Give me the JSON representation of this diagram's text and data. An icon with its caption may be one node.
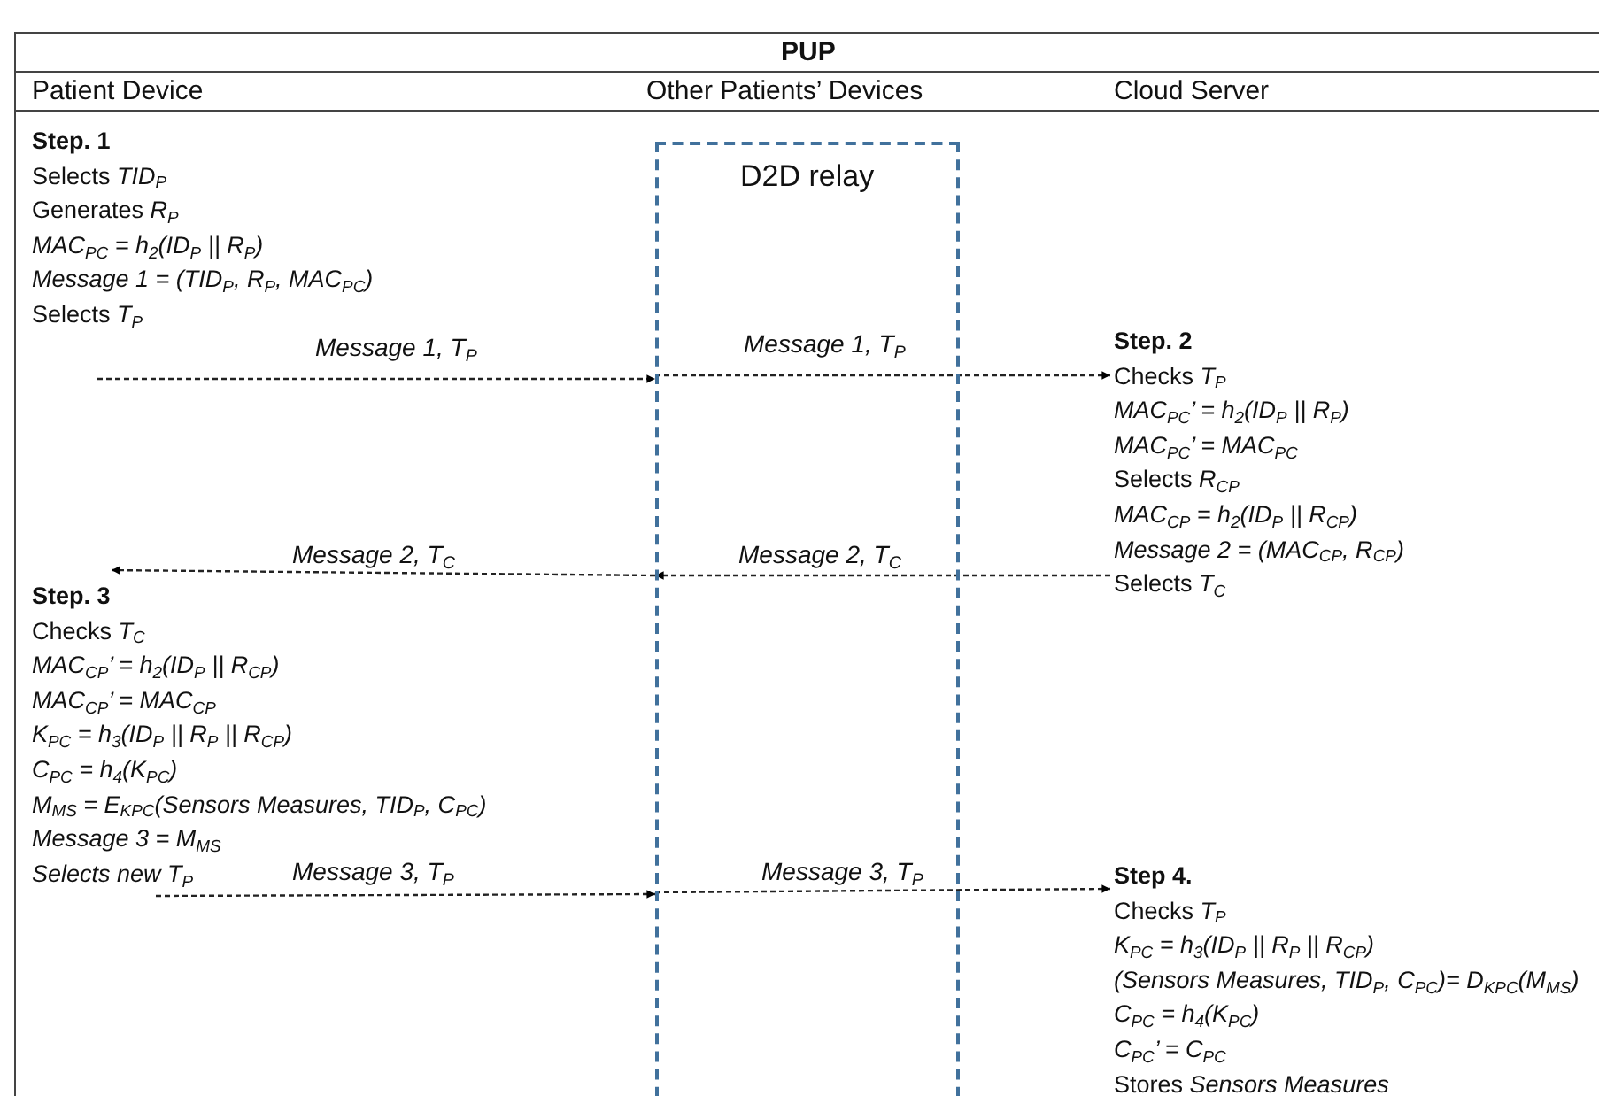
{
  "diagram": {
    "title": "PUP",
    "nodes": [
      {
        "text": [
          "D2D relay"
        ]
      },
      {
        "text": [
          "Step. 1",
          "Selects *TID$_{P}$*",
          "Generates *R$_{P}$*",
          "*MAC$_{PC}$ = h$_{2}$(ID$_{P}$ || R$_{P}$)*",
          "*Message 1 = (TID$_{P}$, R$_{P}$, MAC$_{PC}$)*",
          "Selects *T$_{P}$*"
        ]
      },
      {
        "text": [
          "Step. 2",
          "Checks *T$_{P}$*",
          "*MAC$_{PC}$’ = h$_{2}$(ID$_{P}$ || R$_{P}$)*",
          "*MAC$_{PC}$’ = MAC$_{PC}$*",
          "Selects *R$_{CP}$*",
          "*MAC$_{CP}$ = h$_{2}$(ID$_{P}$ || R$_{CP}$)*",
          "*Message 2 = (MAC$_{CP}$, R$_{CP}$)*",
          "Selects *T$_{C}$*"
        ]
      },
      {
        "text": [
          "Step. 3",
          "Checks *T$_{C}$*",
          "*MAC$_{CP}$’ = h$_{2}$(ID$_{P}$ || R$_{CP}$)*",
          "*MAC$_{CP}$’ = MAC$_{CP}$*",
          "*K$_{PC}$ = h$_{3}$(ID$_{P}$ || R$_{P}$ || R$_{CP}$)*",
          "*C$_{PC}$ = h$_{4}$(K$_{PC}$)*",
          "*M$_{MS}$ = E$_{KPC}$(Sensors Measures, TID$_{P}$, C$_{PC}$)*",
          "*Message 3 = M$_{MS}$*",
          "*Selects new T$_{P}$*"
        ]
      },
      {
        "text": [
          "Step 4.",
          "Checks *T$_{P}$*",
          "*K$_{PC}$ = h$_{3}$(ID$_{P}$ || R$_{P}$ || R$_{CP}$)*",
          "*(Sensors Measures, TID$_{P}$, C$_{PC}$)= D$_{KPC}$(M$_{MS}$)*",
          "*C$_{PC}$ = h$_{4}$(K$_{PC}$)*",
          "*C$_{PC}$’ = C$_{PC}$*",
          "Stores *Sensors Measures*"
        ]
      }
    ],
    "edges": [
      {
        "from": 1,
        "to": 0,
        "arrow": "to",
        "label": "*Message 1, T$_{P}$*",
        "style": "dashed"
      },
      {
        "from": 0,
        "to": 2,
        "arrow": "to",
        "label": "*Message 1, T$_{P}$*",
        "style": "dashed"
      },
      {
        "from": 2,
        "to": 0,
        "arrow": "to",
        "label": "*Message 2, T$_{C}$*",
        "style": "dashed"
      },
      {
        "from": 0,
        "to": 3,
        "arrow": "to",
        "label": "*Message 2, T$_{C}$*",
        "style": "dashed"
      },
      {
        "from": 3,
        "to": 0,
        "arrow": "to",
        "label": "*Message 3, T$_{P}$*",
        "style": "dashed"
      },
      {
        "from": 0,
        "to": 4,
        "arrow": "to",
        "label": "*Message 3, T$_{P}$*",
        "style": "dashed"
      }
    ],
    "labels": [
      "Patient Device",
      "Other Patients’ Devices",
      "Cloud Server"
    ]
  }
}
